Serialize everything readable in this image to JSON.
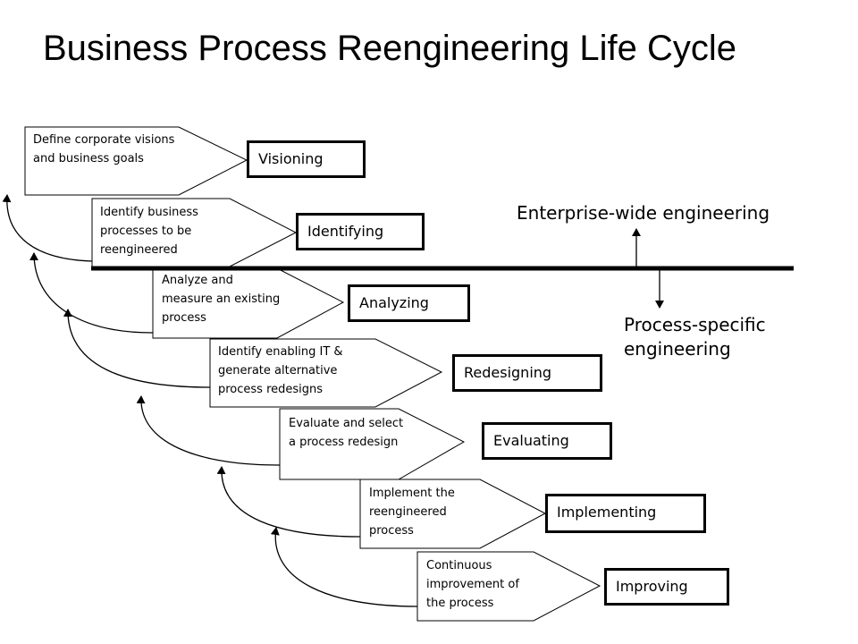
{
  "title": "Business Process Reengineering Life Cycle",
  "steps": [
    {
      "stage": "Visioning",
      "description": [
        "Define corporate visions",
        "and business goals"
      ]
    },
    {
      "stage": "Identifying",
      "description": [
        "Identify business",
        "processes to be",
        "reengineered"
      ]
    },
    {
      "stage": "Analyzing",
      "description": [
        "Analyze and",
        "measure an existing",
        "process"
      ]
    },
    {
      "stage": "Redesigning",
      "description": [
        "Identify enabling IT &",
        "generate alternative",
        "process redesigns"
      ]
    },
    {
      "stage": "Evaluating",
      "description": [
        "Evaluate and select",
        "a process redesign"
      ]
    },
    {
      "stage": "Implementing",
      "description": [
        "Implement the",
        "reengineered",
        "process"
      ]
    },
    {
      "stage": "Improving",
      "description": [
        "Continuous",
        "improvement of",
        "the process"
      ]
    }
  ],
  "labels": {
    "enterprise": "Enterprise-wide engineering",
    "process_specific": [
      "Process-specific",
      "engineering"
    ]
  }
}
